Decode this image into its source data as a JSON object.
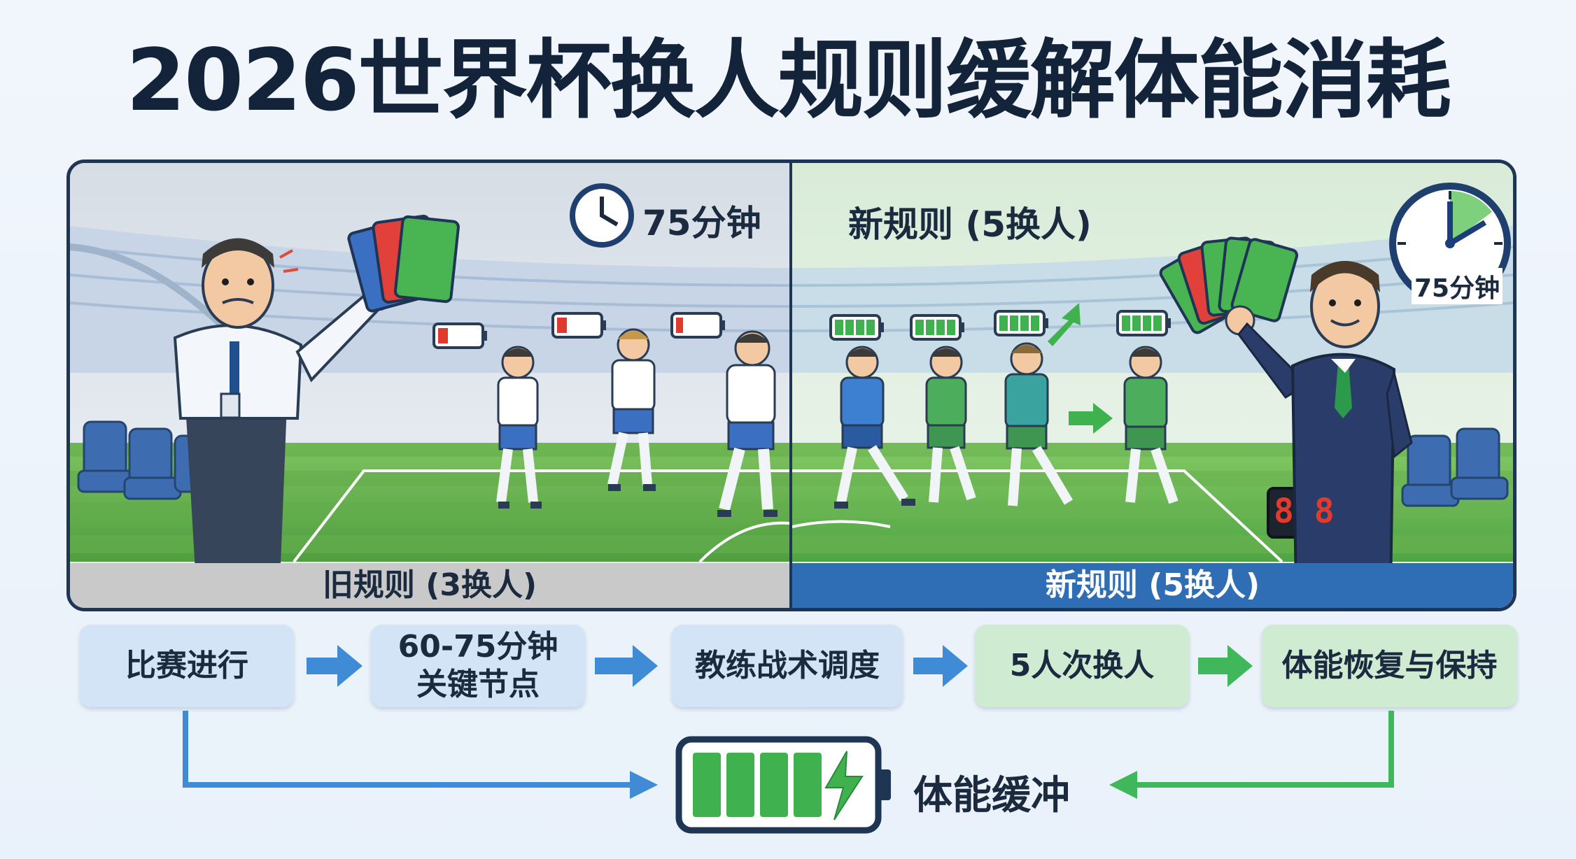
{
  "title": "2026世界杯换人规则缓解体能消耗",
  "old_panel": {
    "time_label": "75分钟",
    "band_label": "旧规则 (3换人)",
    "band_color": "#c9c9c9"
  },
  "new_panel": {
    "heading": "新规则 (5换人)",
    "clock_label": "75分钟",
    "band_label": "新规则 (5换人)",
    "band_color": "#2f6db5",
    "scoreboard": "8 8"
  },
  "flow": {
    "steps": [
      {
        "line1": "比赛进行",
        "line2": "",
        "color": "blue"
      },
      {
        "line1": "60-75分钟",
        "line2": "关键节点",
        "color": "blue"
      },
      {
        "line1": "教练战术调度",
        "line2": "",
        "color": "blue"
      },
      {
        "line1": "5人次换人",
        "line2": "",
        "color": "green"
      },
      {
        "line1": "体能恢复与保持",
        "line2": "",
        "color": "green"
      }
    ],
    "buffer_label": "体能缓冲"
  },
  "colors": {
    "blue_arrow": "#3f8bd6",
    "green_arrow": "#3fb75a",
    "battery_green": "#3fb24f",
    "battery_red": "#e03a2e"
  }
}
